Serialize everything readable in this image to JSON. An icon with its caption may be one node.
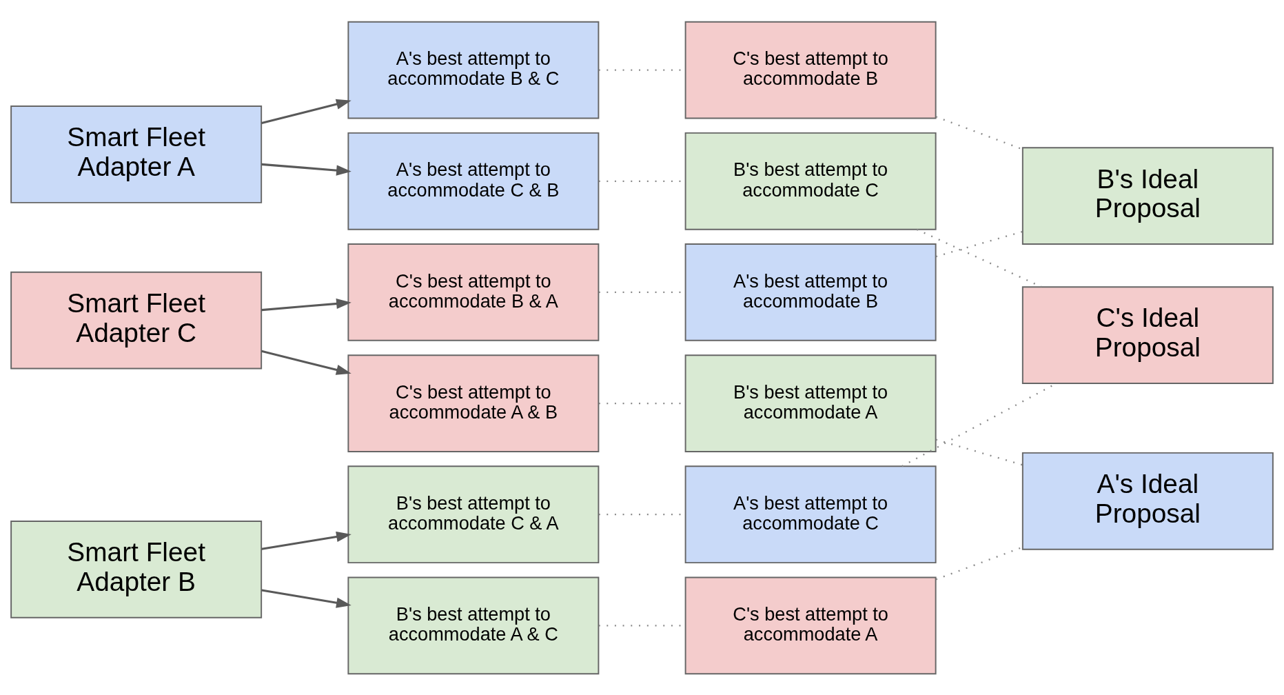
{
  "diagram": {
    "nodes": [
      {
        "text": [
          "Smart Fleet Adapter A"
        ]
      },
      {
        "text": [
          "Smart Fleet Adapter B"
        ]
      },
      {
        "text": [
          "Smart Fleet Adapter C"
        ]
      },
      {
        "text": [
          "C's best attempt to accommodate A & B"
        ]
      },
      {
        "text": [
          "B's best attempt to accommodate A & C"
        ]
      },
      {
        "text": [
          "C's best attempt to accommodate B & A"
        ]
      },
      {
        "text": [
          "A's best attempt to accommodate B & C"
        ]
      },
      {
        "text": [
          "B's best attempt to accommodate C & A"
        ]
      },
      {
        "text": [
          "A's best attempt to accommodate C & B"
        ]
      },
      {
        "text": [
          "B's best attempt to accommodate A"
        ]
      },
      {
        "text": [
          "C's best attempt to accommodate A"
        ]
      },
      {
        "text": [
          "A's best attempt to accommodate B"
        ]
      },
      {
        "text": [
          "C's best attempt to accommodate B"
        ]
      },
      {
        "text": [
          "A's best attempt to accommodate C"
        ]
      },
      {
        "text": [
          "B's best attempt to accommodate C"
        ]
      },
      {
        "text": [
          "A's Ideal Proposal"
        ]
      },
      {
        "text": [
          "B's Ideal Proposal"
        ]
      },
      {
        "text": [
          "C's Ideal Proposal"
        ]
      }
    ],
    "edges": [
      {
        "from": 0,
        "to": 6,
        "arrow": "to"
      },
      {
        "from": 0,
        "to": 8,
        "arrow": "to"
      },
      {
        "from": 1,
        "to": 4,
        "arrow": "to"
      },
      {
        "from": 1,
        "to": 7,
        "arrow": "to"
      },
      {
        "from": 2,
        "to": 3,
        "arrow": "to"
      },
      {
        "from": 2,
        "to": 5,
        "arrow": "to"
      },
      {
        "from": 3,
        "to": 9,
        "arrow": "none",
        "style": "dashed"
      },
      {
        "from": 4,
        "to": 10,
        "arrow": "none",
        "style": "dashed"
      },
      {
        "from": 5,
        "to": 11,
        "arrow": "none",
        "style": "dashed"
      },
      {
        "from": 6,
        "to": 12,
        "arrow": "none",
        "style": "dashed"
      },
      {
        "from": 7,
        "to": 13,
        "arrow": "none",
        "style": "dashed"
      },
      {
        "from": 8,
        "to": 14,
        "arrow": "none",
        "style": "dashed"
      },
      {
        "from": 9,
        "to": 15,
        "arrow": "none",
        "style": "dashed"
      },
      {
        "from": 10,
        "to": 15,
        "arrow": "none",
        "style": "dashed"
      },
      {
        "from": 11,
        "to": 16,
        "arrow": "none",
        "style": "dashed"
      },
      {
        "from": 12,
        "to": 16,
        "arrow": "none",
        "style": "dashed"
      },
      {
        "from": 13,
        "to": 17,
        "arrow": "none",
        "style": "dashed"
      },
      {
        "from": 14,
        "to": 17,
        "arrow": "none",
        "style": "dashed"
      }
    ]
  }
}
